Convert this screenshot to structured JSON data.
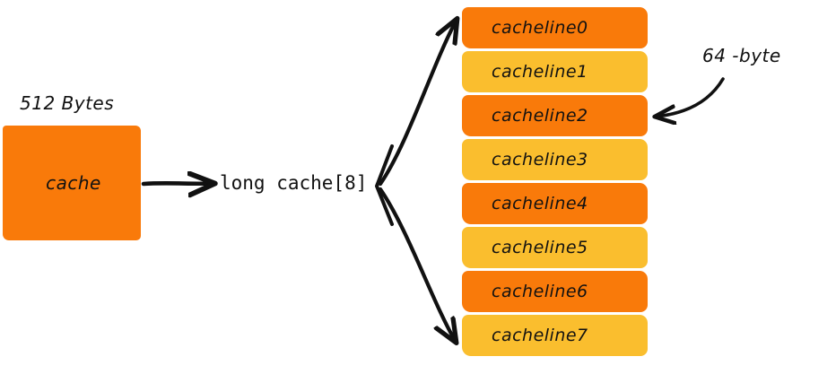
{
  "diagram": {
    "title": "cache array to cachelines layout",
    "background": "#ffffff"
  },
  "cache_block": {
    "size_label": "512 Bytes",
    "box_label": "cache",
    "color": "#F97A0A"
  },
  "array": {
    "declaration": "long cache[8]"
  },
  "annotation": {
    "byte_label": "64 -byte"
  },
  "colors": {
    "dark_orange": "#F97A0A",
    "light_amber": "#FABE2E",
    "ink": "#111111"
  },
  "cachelines": [
    {
      "label": "cacheline0",
      "tone": "dark"
    },
    {
      "label": "cacheline1",
      "tone": "light"
    },
    {
      "label": "cacheline2",
      "tone": "dark"
    },
    {
      "label": "cacheline3",
      "tone": "light"
    },
    {
      "label": "cacheline4",
      "tone": "dark"
    },
    {
      "label": "cacheline5",
      "tone": "light"
    },
    {
      "label": "cacheline6",
      "tone": "dark"
    },
    {
      "label": "cacheline7",
      "tone": "light"
    }
  ]
}
